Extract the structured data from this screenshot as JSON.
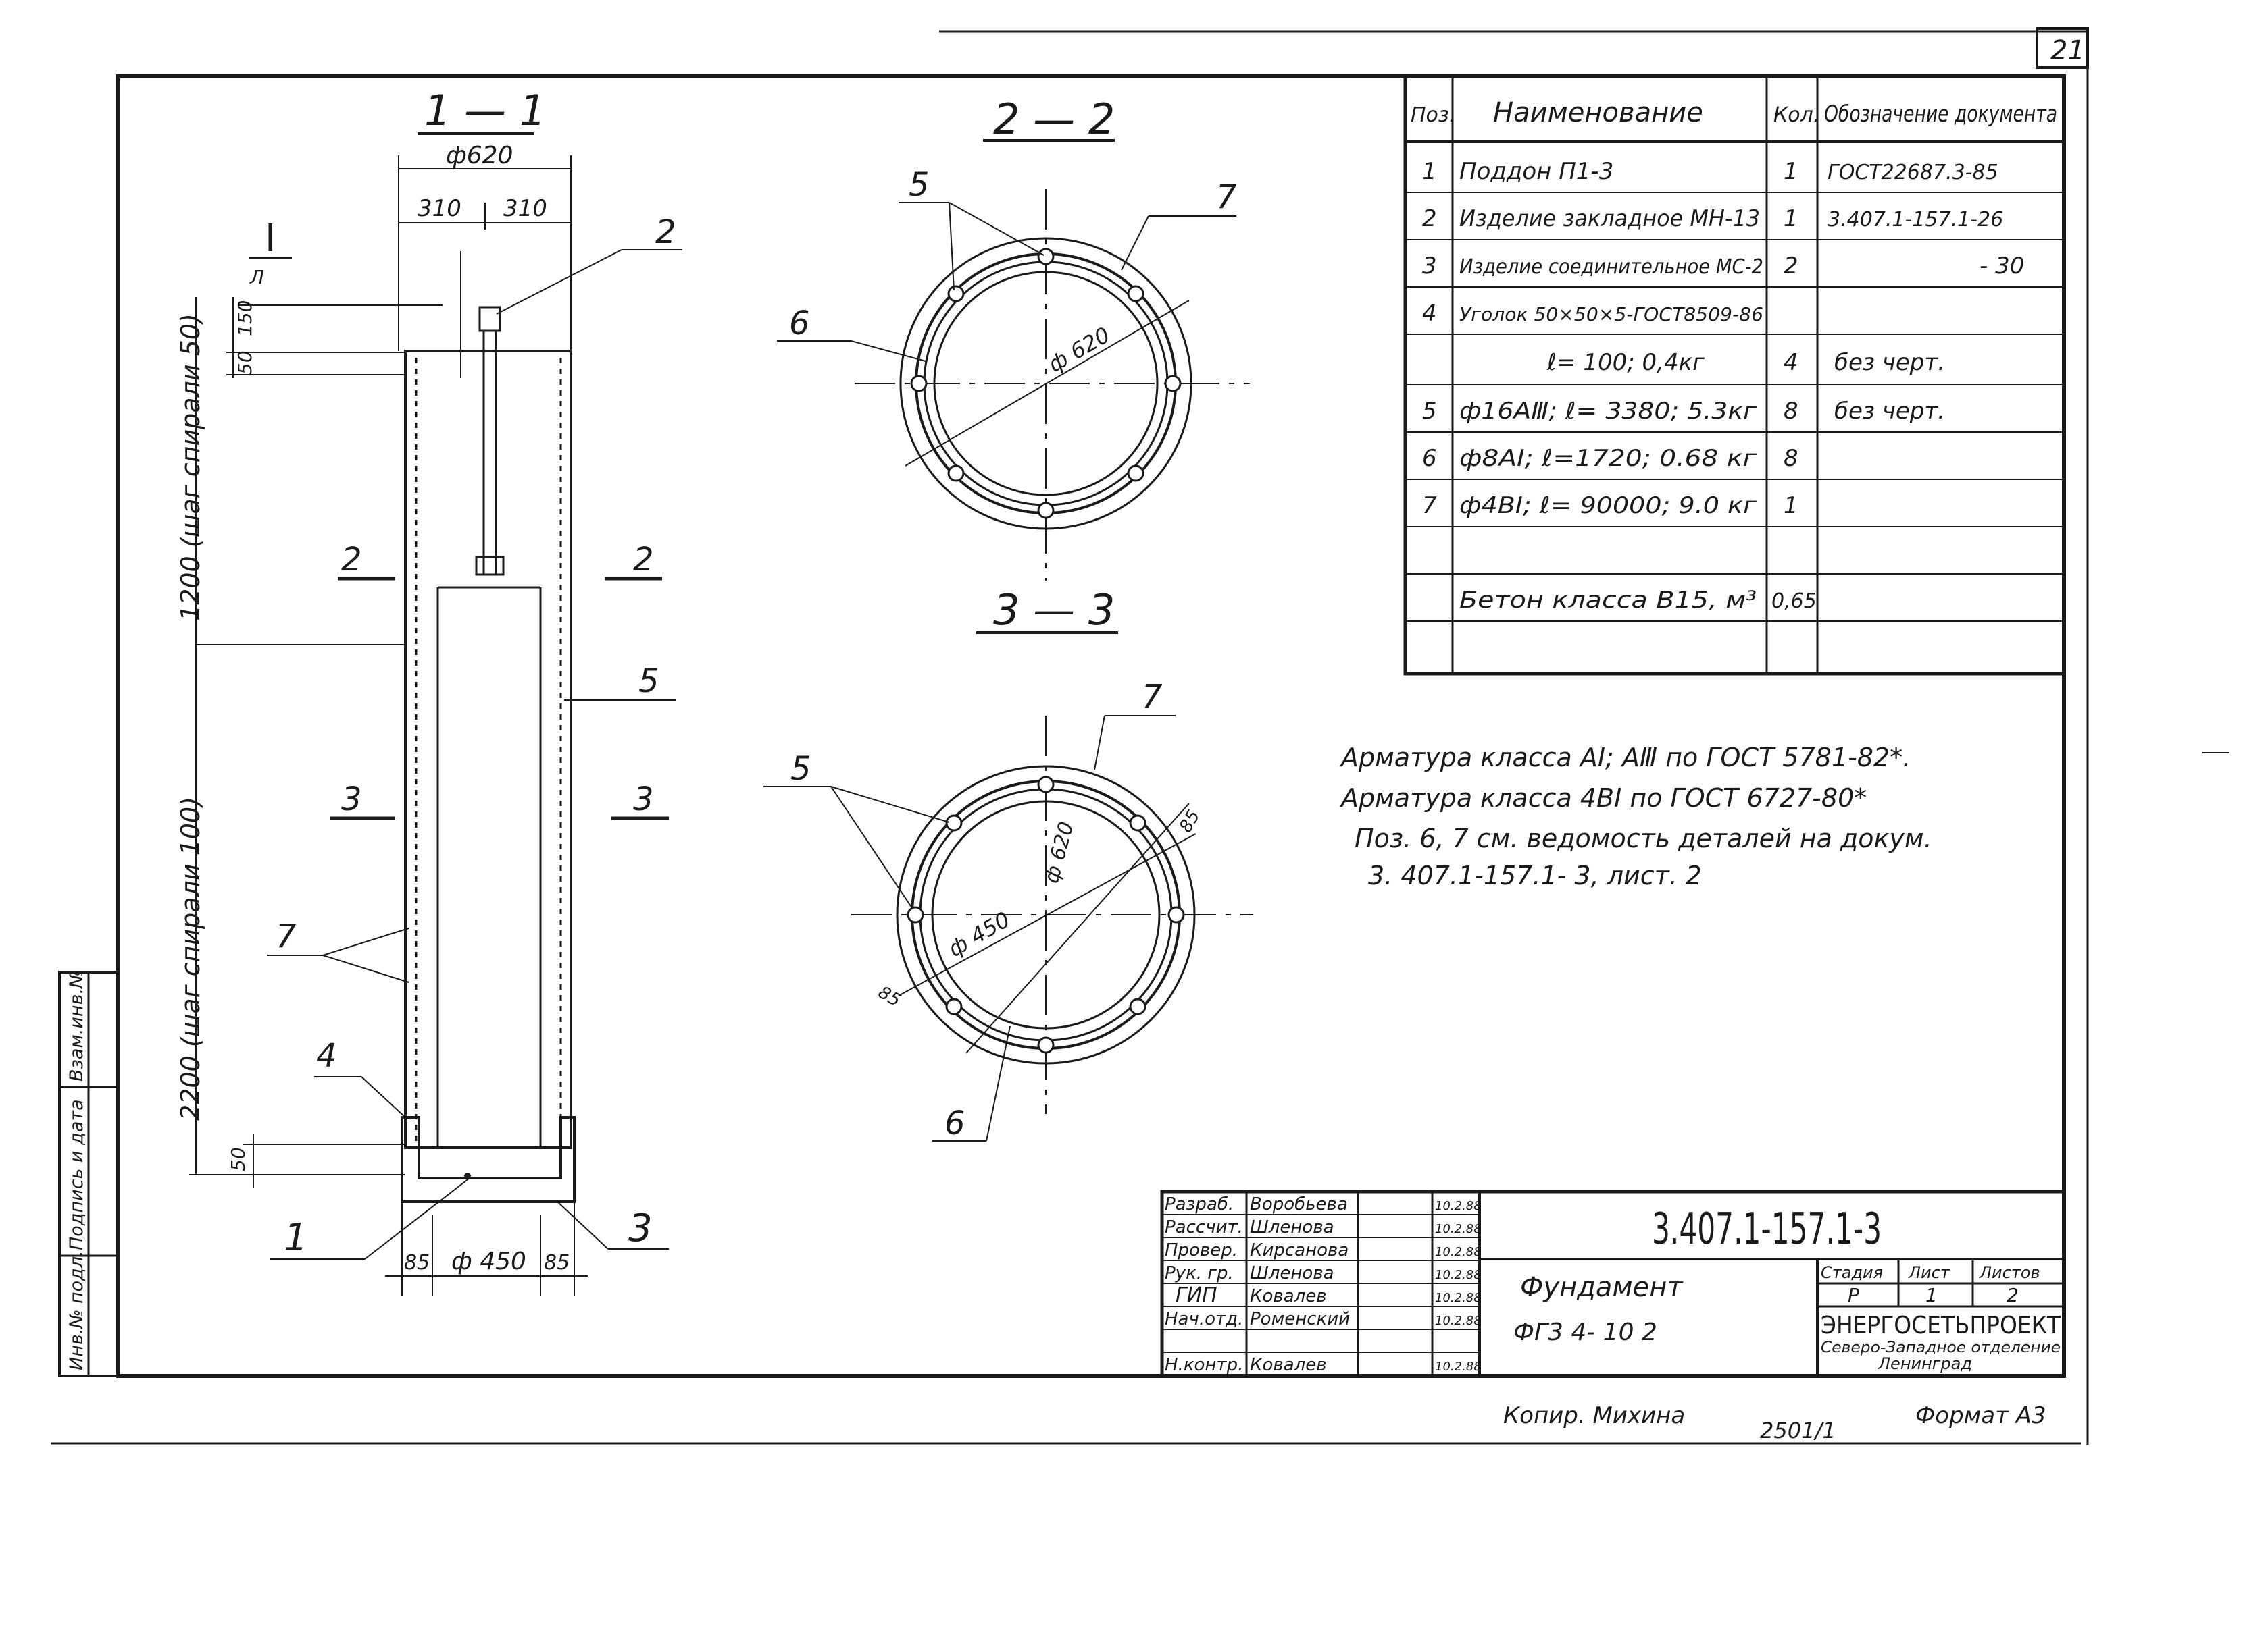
{
  "sheet_corner": "21",
  "sections": {
    "s11": "1 — 1",
    "s22": "2 — 2",
    "s33": "3 — 3",
    "cut_I": "I",
    "cut_I_arrow": "Л",
    "cut2_left": "2",
    "cut2_right": "2",
    "cut3_left": "3",
    "cut3_right": "3"
  },
  "dimensions": {
    "d620": "ф620",
    "d310a": "310",
    "d310b": "310",
    "d150": "150",
    "d50_top": "50",
    "v1200": "1200 (шаг спирали 50)",
    "v2200": "2200 (шаг спирали 100)",
    "d50_bottom": "50",
    "d85_left": "85",
    "d450": "ф 450",
    "d85_right": "85",
    "ring2_d620": "ф 620",
    "ring3_d620": "ф 620",
    "ring3_d450": "ф 450",
    "ring3_85a": "85",
    "ring3_85b": "85"
  },
  "callouts": {
    "c1": "1",
    "c2": "2",
    "c3": "3",
    "c4": "4",
    "c5": "5",
    "c7": "7",
    "r2_5": "5",
    "r2_6": "6",
    "r2_7": "7",
    "r3_5": "5",
    "r3_6": "6",
    "r3_7": "7"
  },
  "spec_table": {
    "headers": {
      "pos": "Поз.",
      "name": "Наименование",
      "qty": "Кол.",
      "doc": "Обозначение документа"
    },
    "rows": [
      {
        "pos": "1",
        "name": "Поддон П1-3",
        "qty": "1",
        "doc": "ГОСТ22687.3-85"
      },
      {
        "pos": "2",
        "name": "Изделие закладное МН-13",
        "qty": "1",
        "doc": "3.407.1-157.1-26"
      },
      {
        "pos": "3",
        "name": "Изделие соединительное МС-2",
        "qty": "2",
        "doc": "- 30"
      },
      {
        "pos": "4",
        "name": "Уголок 50×50×5-ГОСТ8509-86",
        "qty": "",
        "doc": ""
      },
      {
        "pos": "",
        "name": "ℓ= 100; 0,4кг",
        "qty": "4",
        "doc": "без черт."
      },
      {
        "pos": "5",
        "name": "ф16АⅢ; ℓ= 3380; 5.3кг",
        "qty": "8",
        "doc": "без черт."
      },
      {
        "pos": "6",
        "name": "ф8АI; ℓ=1720; 0.68 кг",
        "qty": "8",
        "doc": ""
      },
      {
        "pos": "7",
        "name": "ф4BI; ℓ= 90000; 9.0 кг",
        "qty": "1",
        "doc": ""
      },
      {
        "pos": "",
        "name": "",
        "qty": "",
        "doc": ""
      },
      {
        "pos": "",
        "name": "Бетон класса В15, м³",
        "qty": "0,65",
        "doc": ""
      },
      {
        "pos": "",
        "name": "",
        "qty": "",
        "doc": ""
      }
    ]
  },
  "notes": [
    "Арматура класса АI; АⅢ по ГОСТ 5781-82*.",
    "Арматура класса 4BI по ГОСТ 6727-80*",
    "Поз. 6, 7 см. ведомость деталей на докум.",
    "3. 407.1-157.1- 3, лист. 2"
  ],
  "side_stamp": [
    "Инв.№ подл.",
    "Подпись и дата",
    "Взам.инв.№"
  ],
  "title_block": {
    "signatures": [
      {
        "role": "Разраб.",
        "name": "Воробьева",
        "date": "10.2.88"
      },
      {
        "role": "Рассчит.",
        "name": "Шленова",
        "date": "10.2.88"
      },
      {
        "role": "Провер.",
        "name": "Кирсанова",
        "date": "10.2.88"
      },
      {
        "role": "Рук. гр.",
        "name": "Шленова",
        "date": "10.2.88"
      },
      {
        "role": "ГИП",
        "name": "Ковалев",
        "date": "10.2.88"
      },
      {
        "role": "Нач.отд.",
        "name": "Роменский",
        "date": "10.2.88"
      },
      {
        "role": "",
        "name": "",
        "date": ""
      },
      {
        "role": "Н.контр.",
        "name": "Ковалев",
        "date": "10.2.88"
      }
    ],
    "doc_code": "3.407.1-157.1-3",
    "item_name": "Фундамент",
    "item_mark": "ФГ3 4- 10 2",
    "stage_label": "Стадия",
    "sheet_label": "Лист",
    "sheets_label": "Листов",
    "stage": "Р",
    "sheet": "1",
    "sheets": "2",
    "org": "ЭНЕРГОСЕТЬПРОЕКТ",
    "org_sub1": "Северо-Западное отделение",
    "org_sub2": "Ленинград"
  },
  "footer": {
    "copied": "Копир. Михина",
    "number": "2501/1",
    "format": "Формат А3"
  }
}
